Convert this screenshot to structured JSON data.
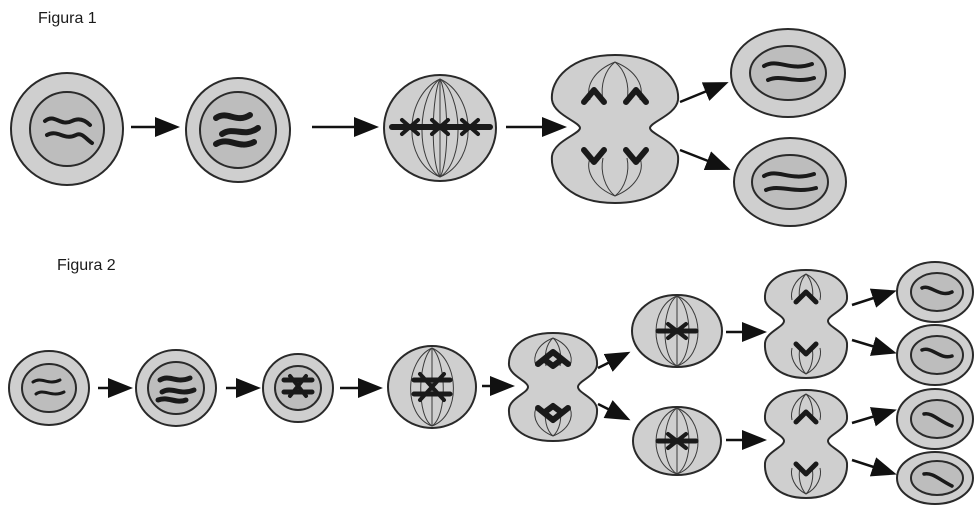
{
  "figures": [
    {
      "label": "Figura 1",
      "process": "mitosis"
    },
    {
      "label": "Figura 2",
      "process": "meiosis"
    }
  ],
  "colors": {
    "cell_fill": "#cfcfcf",
    "nucleus_fill": "#bdbdbd",
    "outline": "#2a2a2a",
    "chromosome": "#1a1a1a",
    "background": "#ffffff"
  }
}
